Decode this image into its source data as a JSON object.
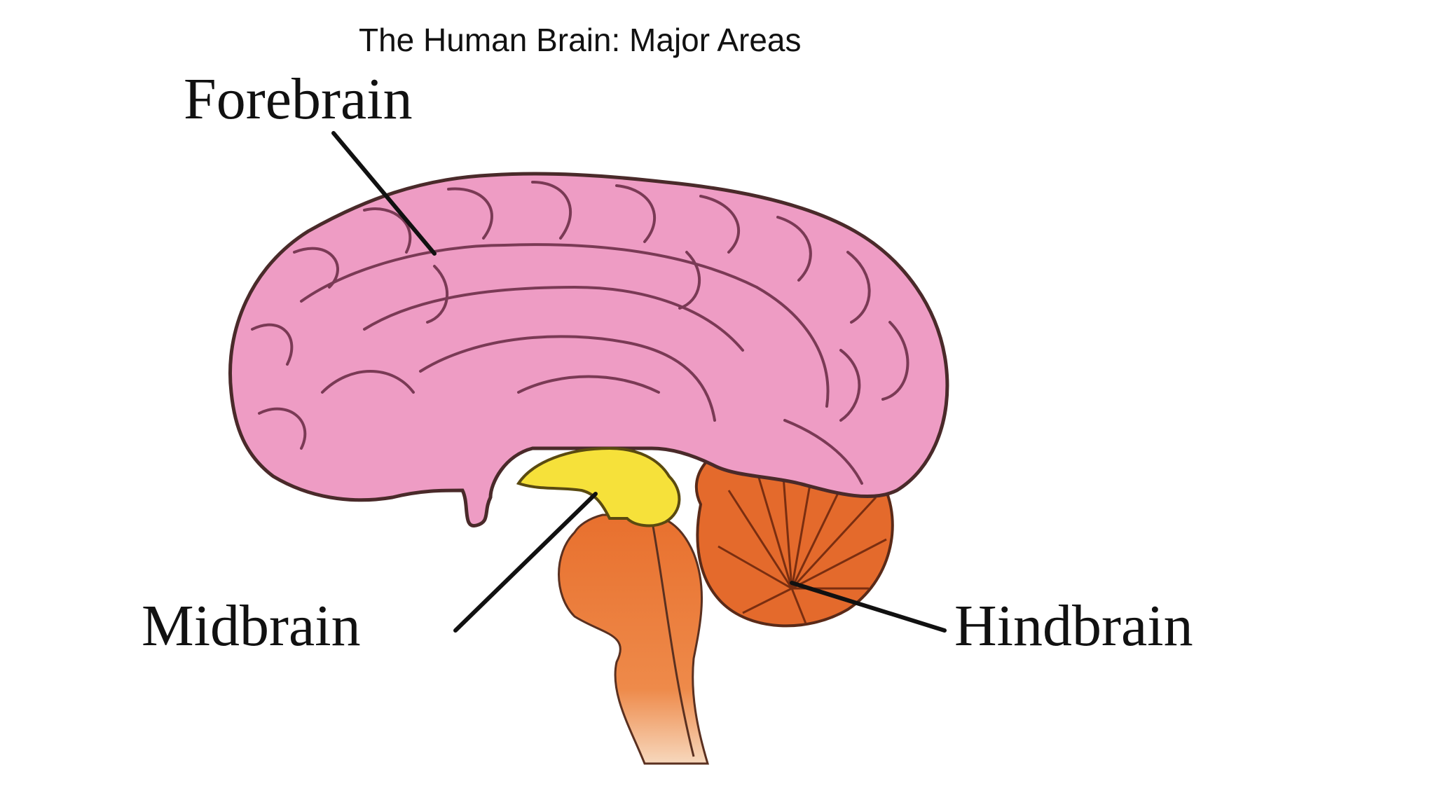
{
  "title": "The Human Brain: Major Areas",
  "labels": {
    "forebrain": "Forebrain",
    "midbrain": "Midbrain",
    "hindbrain": "Hindbrain"
  },
  "colors": {
    "forebrain": "#ee9cc4",
    "midbrain": "#f6e13a",
    "hindbrain": "#e3692c",
    "brainstem": "#ea7b35",
    "outline": "#4a2a2a"
  }
}
